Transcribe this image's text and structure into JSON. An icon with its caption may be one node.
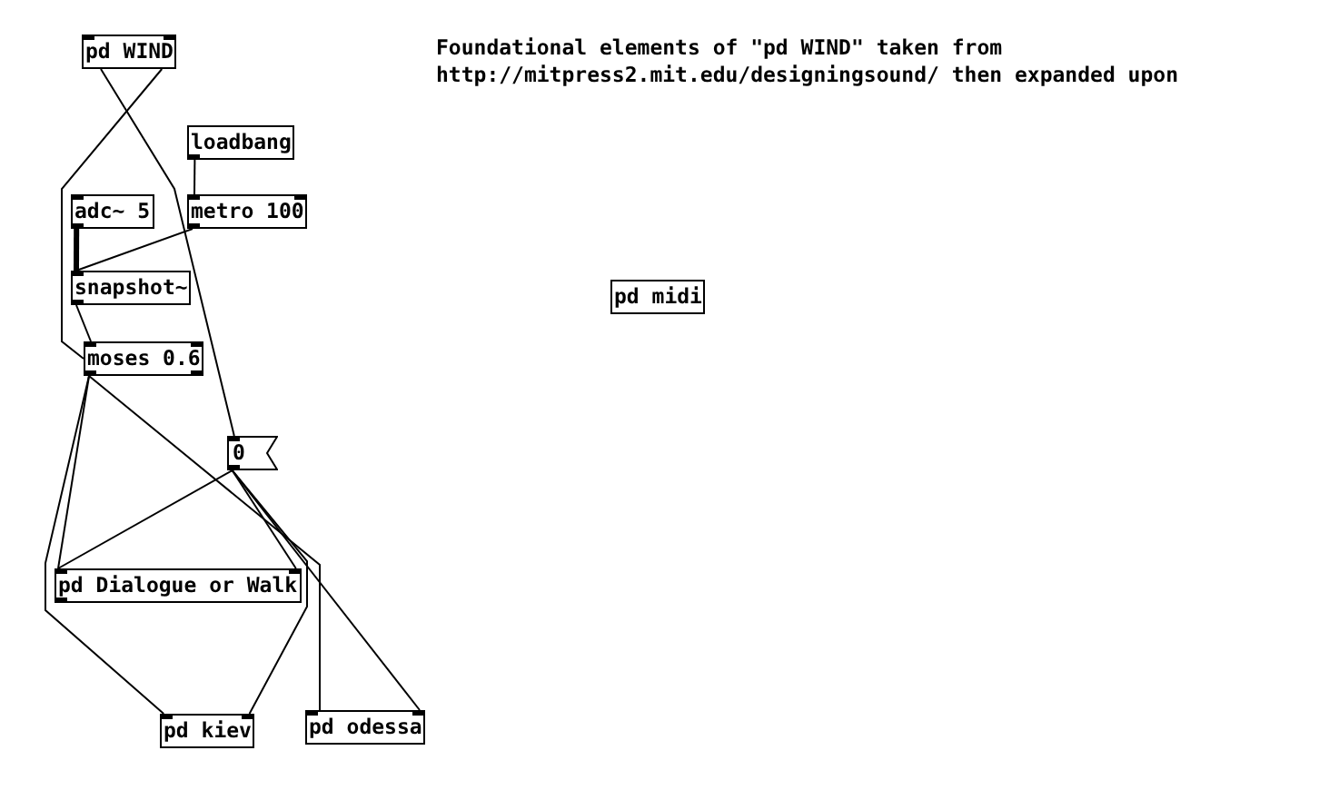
{
  "diagram": {
    "nodes": [
      {
        "text": [
          "pd WIND"
        ]
      },
      {
        "text": [
          "loadbang"
        ]
      },
      {
        "text": [
          "adc~ 5"
        ]
      },
      {
        "text": [
          "metro 100"
        ]
      },
      {
        "text": [
          "snapshot~"
        ]
      },
      {
        "text": [
          "pd midi"
        ]
      },
      {
        "text": [
          "moses 0.6"
        ]
      },
      {
        "text": [
          "0"
        ]
      },
      {
        "text": [
          "pd Dialogue or Walk"
        ]
      },
      {
        "text": [
          "pd kiev"
        ]
      },
      {
        "text": [
          "pd odessa"
        ]
      }
    ],
    "edges": [
      {
        "from": 0,
        "to": 7,
        "arrow": "none"
      },
      {
        "from": 1,
        "to": 3,
        "arrow": "none"
      },
      {
        "from": 2,
        "to": 4,
        "arrow": "none",
        "style": "thick"
      },
      {
        "from": 3,
        "to": 4,
        "arrow": "none"
      },
      {
        "from": 4,
        "to": 6,
        "arrow": "none"
      },
      {
        "from": 6,
        "to": 0,
        "arrow": "none"
      },
      {
        "from": 6,
        "to": 8,
        "arrow": "none"
      },
      {
        "from": 6,
        "to": 9,
        "arrow": "none"
      },
      {
        "from": 6,
        "to": 10,
        "arrow": "none"
      },
      {
        "from": 7,
        "to": 8,
        "arrow": "none"
      },
      {
        "from": 7,
        "to": 9,
        "arrow": "none"
      },
      {
        "from": 7,
        "to": 8,
        "arrow": "none"
      },
      {
        "from": 7,
        "to": 10,
        "arrow": "none"
      }
    ],
    "labels": [
      "Foundational elements of \"pd WIND\" taken from http://mitpress2.mit.edu/designingsound/ then expanded upon"
    ]
  }
}
